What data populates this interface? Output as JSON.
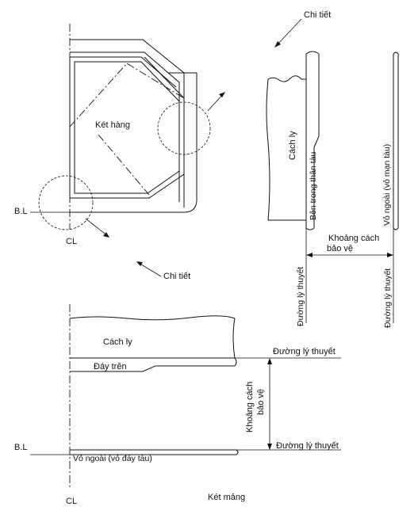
{
  "labels": {
    "chi_tiet_top": "Chi tiết",
    "ket_hang": "Két hàng",
    "bl_top": "B.L",
    "cl_top": "CL",
    "chi_tiet_mid": "Chi tiết",
    "cach_ly_right": "Cách ly",
    "ben_trong_than_tau": "Bên trong thân tàu",
    "vo_ngoai_man_tau": "Vỏ ngoài (vỏ mạn tàu)",
    "khoang_cach_right_1": "Khoảng cách",
    "khoang_cach_right_2": "bảo vệ",
    "duong_ly_thuyet_left": "Đường lý thuyết",
    "duong_ly_thuyet_right": "Đường lý thuyết",
    "cach_ly_bottom": "Cách ly",
    "day_tren": "Đáy trên",
    "duong_ly_thuyet_b1": "Đường lý thuyết",
    "khoang_cach_bottom_1": "Khoảng cách",
    "khoang_cach_bottom_2": "bảo vệ",
    "duong_ly_thuyet_b2": "Đường lý thuyết",
    "bl_bottom": "B.L",
    "vo_ngoai_day_tau": "Vỏ ngoài (vỏ đáy tàu)",
    "cl_bottom": "CL",
    "ket_mang": "Két mảng"
  }
}
